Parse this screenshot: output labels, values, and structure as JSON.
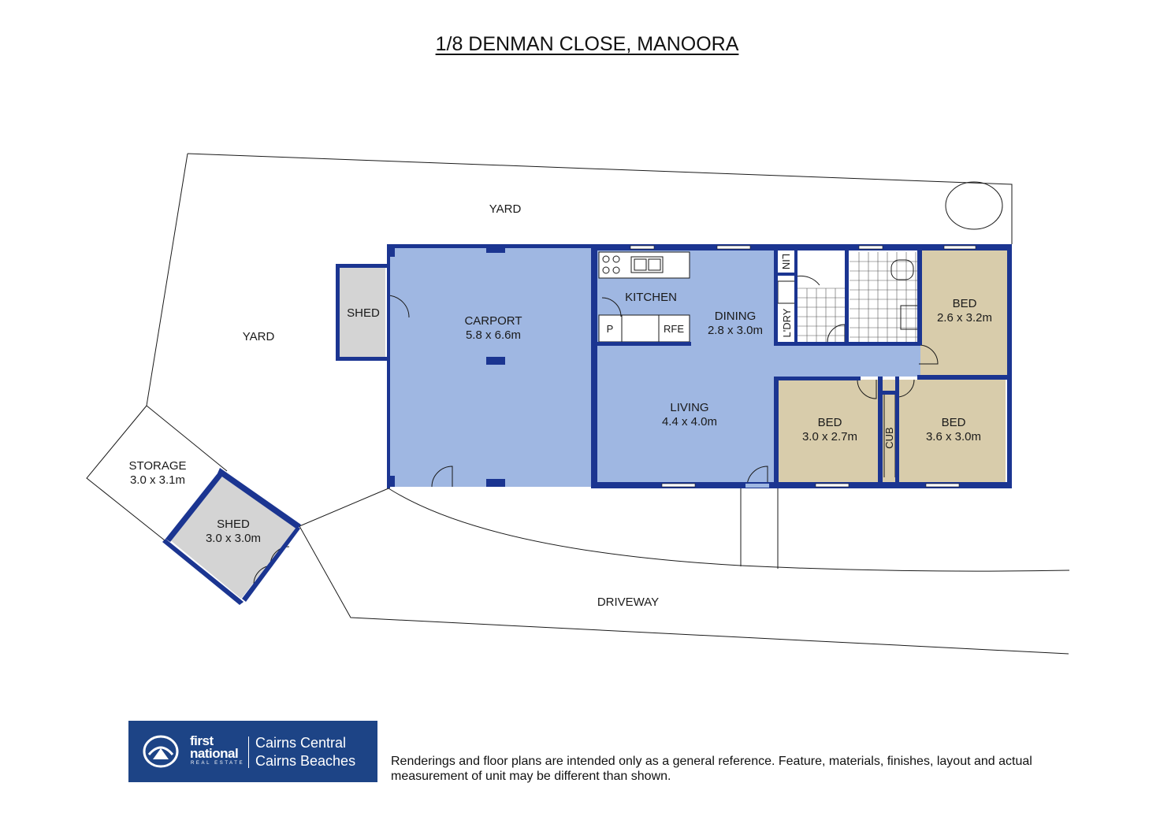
{
  "title": "1/8 DENMAN CLOSE, MANOORA",
  "rooms": {
    "yard_top": {
      "name": "YARD"
    },
    "yard_left": {
      "name": "YARD"
    },
    "carport": {
      "name": "CARPORT",
      "size": "5.8 x 6.6m"
    },
    "shed_small": {
      "name": "SHED"
    },
    "kitchen": {
      "name": "KITCHEN"
    },
    "pantry": {
      "name": "P"
    },
    "fridge": {
      "name": "RFE"
    },
    "dining": {
      "name": "DINING",
      "size": "2.8 x 3.0m"
    },
    "linen": {
      "name": "LIN"
    },
    "laundry": {
      "name": "L'DRY"
    },
    "bed1": {
      "name": "BED",
      "size": "2.6 x 3.2m"
    },
    "living": {
      "name": "LIVING",
      "size": "4.4 x 4.0m"
    },
    "bed2": {
      "name": "BED",
      "size": "3.0 x 2.7m"
    },
    "cupboard": {
      "name": "CUB"
    },
    "bed3": {
      "name": "BED",
      "size": "3.6 x 3.0m"
    },
    "storage": {
      "name": "STORAGE",
      "size": "3.0 x 3.1m"
    },
    "shed_large": {
      "name": "SHED",
      "size": "3.0 x 3.0m"
    },
    "driveway": {
      "name": "DRIVEWAY"
    }
  },
  "logo": {
    "line1": "first",
    "line2": "national",
    "tagline": "REAL ESTATE",
    "location1": "Cairns Central",
    "location2": "Cairns Beaches"
  },
  "disclaimer": "Renderings and floor plans are intended only as a general reference. Feature, materials, finishes, layout and actual measurement of unit may be different than shown.",
  "colors": {
    "wall": "#1b3591",
    "living_area": "#9fb7e2",
    "bedroom": "#d8ccab",
    "shed": "#d4d4d4",
    "logo_bg": "#1d4486"
  }
}
